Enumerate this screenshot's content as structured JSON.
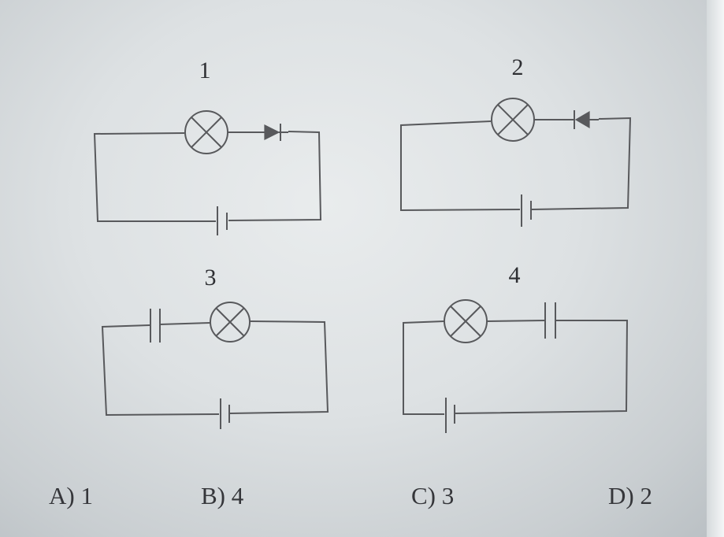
{
  "circuits": [
    {
      "number": "1"
    },
    {
      "number": "2"
    },
    {
      "number": "3"
    },
    {
      "number": "4"
    }
  ],
  "options": [
    {
      "label": "A) 1"
    },
    {
      "label": "B) 4"
    },
    {
      "label": "C) 3"
    },
    {
      "label": "D) 2"
    }
  ]
}
